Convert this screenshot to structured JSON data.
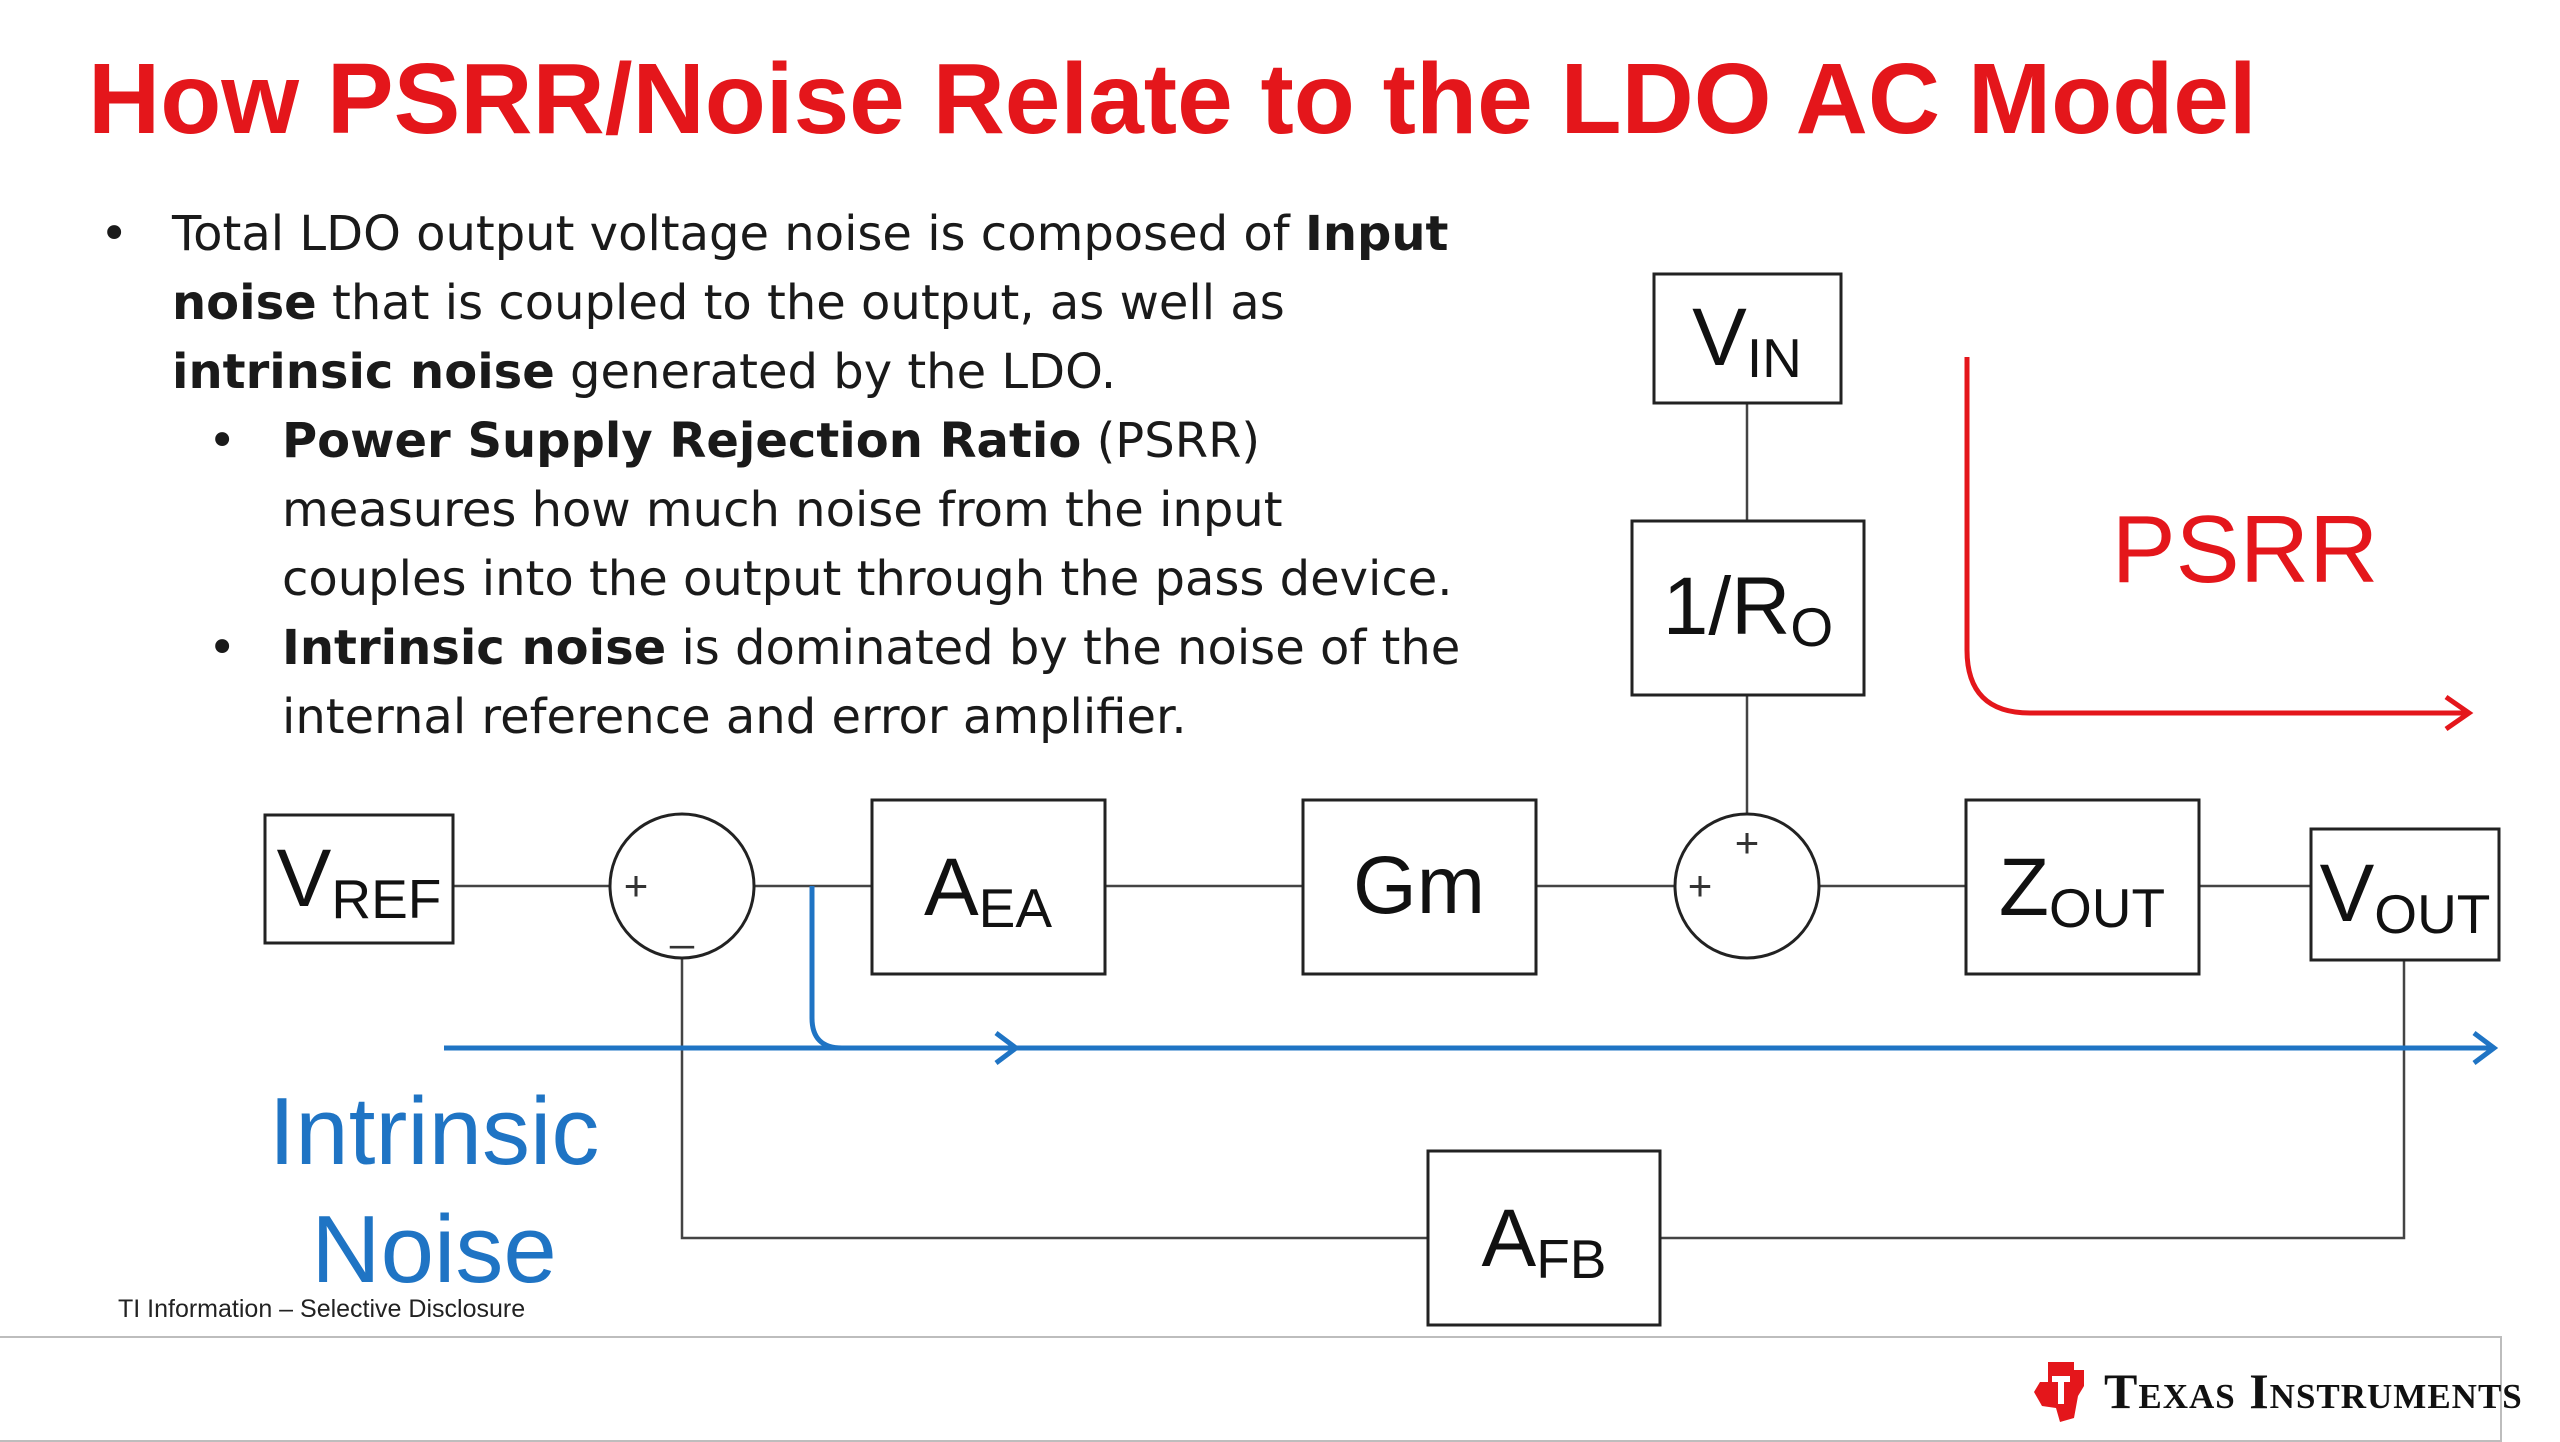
{
  "slide": {
    "title": "How PSRR/Noise Relate to the LDO AC Model"
  },
  "bullets": {
    "b1_pre": "Total LDO output voltage noise is composed of ",
    "b1_bold1": "Input noise",
    "b1_mid": " that is coupled to the output, as well as ",
    "b1_bold2": "intrinsic noise",
    "b1_post": " generated by the LDO.",
    "b2_bold": "Power Supply Rejection Ratio",
    "b2_rest": " (PSRR) measures how much noise from the input couples into the output through the pass device.",
    "b3_bold": "Intrinsic noise",
    "b3_rest": " is dominated by the noise of the internal reference and error amplifier."
  },
  "diagram": {
    "vin": {
      "main": "V",
      "sub": "IN"
    },
    "ro": {
      "main": "1/R",
      "sub": "O"
    },
    "vref": {
      "main": "V",
      "sub": "REF"
    },
    "aea": {
      "main": "A",
      "sub": "EA"
    },
    "gm": {
      "main": "Gm"
    },
    "zout": {
      "main": "Z",
      "sub": "OUT"
    },
    "vout": {
      "main": "V",
      "sub": "OUT"
    },
    "afb": {
      "main": "A",
      "sub": "FB"
    },
    "sum1": {
      "plus": "+",
      "minus": "_"
    },
    "sum2": {
      "plus_top": "+",
      "plus_left": "+"
    },
    "psrr_label": "PSRR",
    "noise_label_line1": "Intrinsic",
    "noise_label_line2": "Noise"
  },
  "colors": {
    "ti_red": "#e4161b",
    "noise_blue": "#1f74c4"
  },
  "footer": {
    "disclosure": "TI Information – Selective Disclosure",
    "logo_text": "Texas Instruments",
    "logo_icon": "ti-logo-icon"
  }
}
